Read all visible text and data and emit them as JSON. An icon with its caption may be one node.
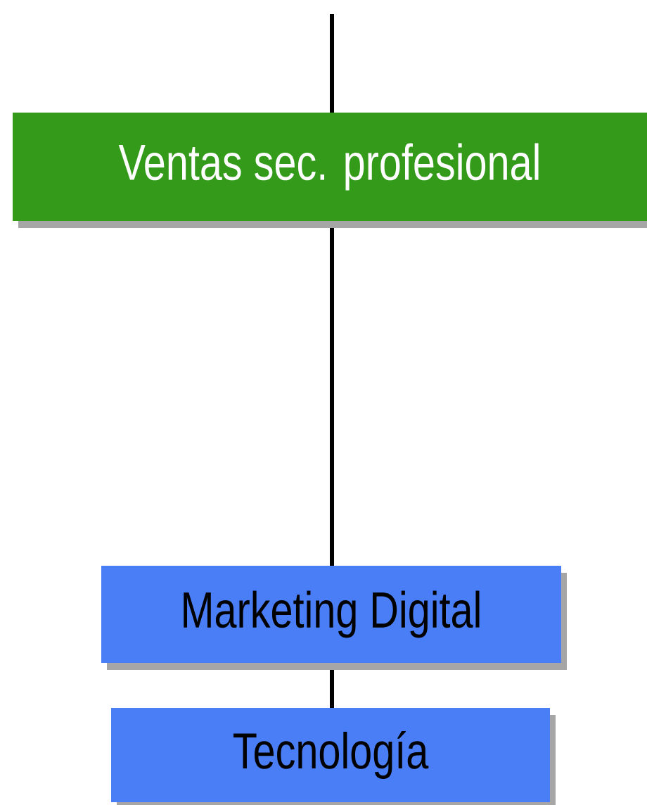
{
  "diagram": {
    "nodes": [
      {
        "text": [
          "Ventas sec. profesional"
        ]
      },
      {
        "text": [
          "Marketing Digital"
        ]
      },
      {
        "text": [
          "Tecnología"
        ]
      }
    ],
    "edges": [
      {
        "from": null,
        "to": 0,
        "arrow": "none"
      },
      {
        "from": 0,
        "to": 1,
        "arrow": "none"
      },
      {
        "from": 1,
        "to": 2,
        "arrow": "none"
      }
    ]
  }
}
